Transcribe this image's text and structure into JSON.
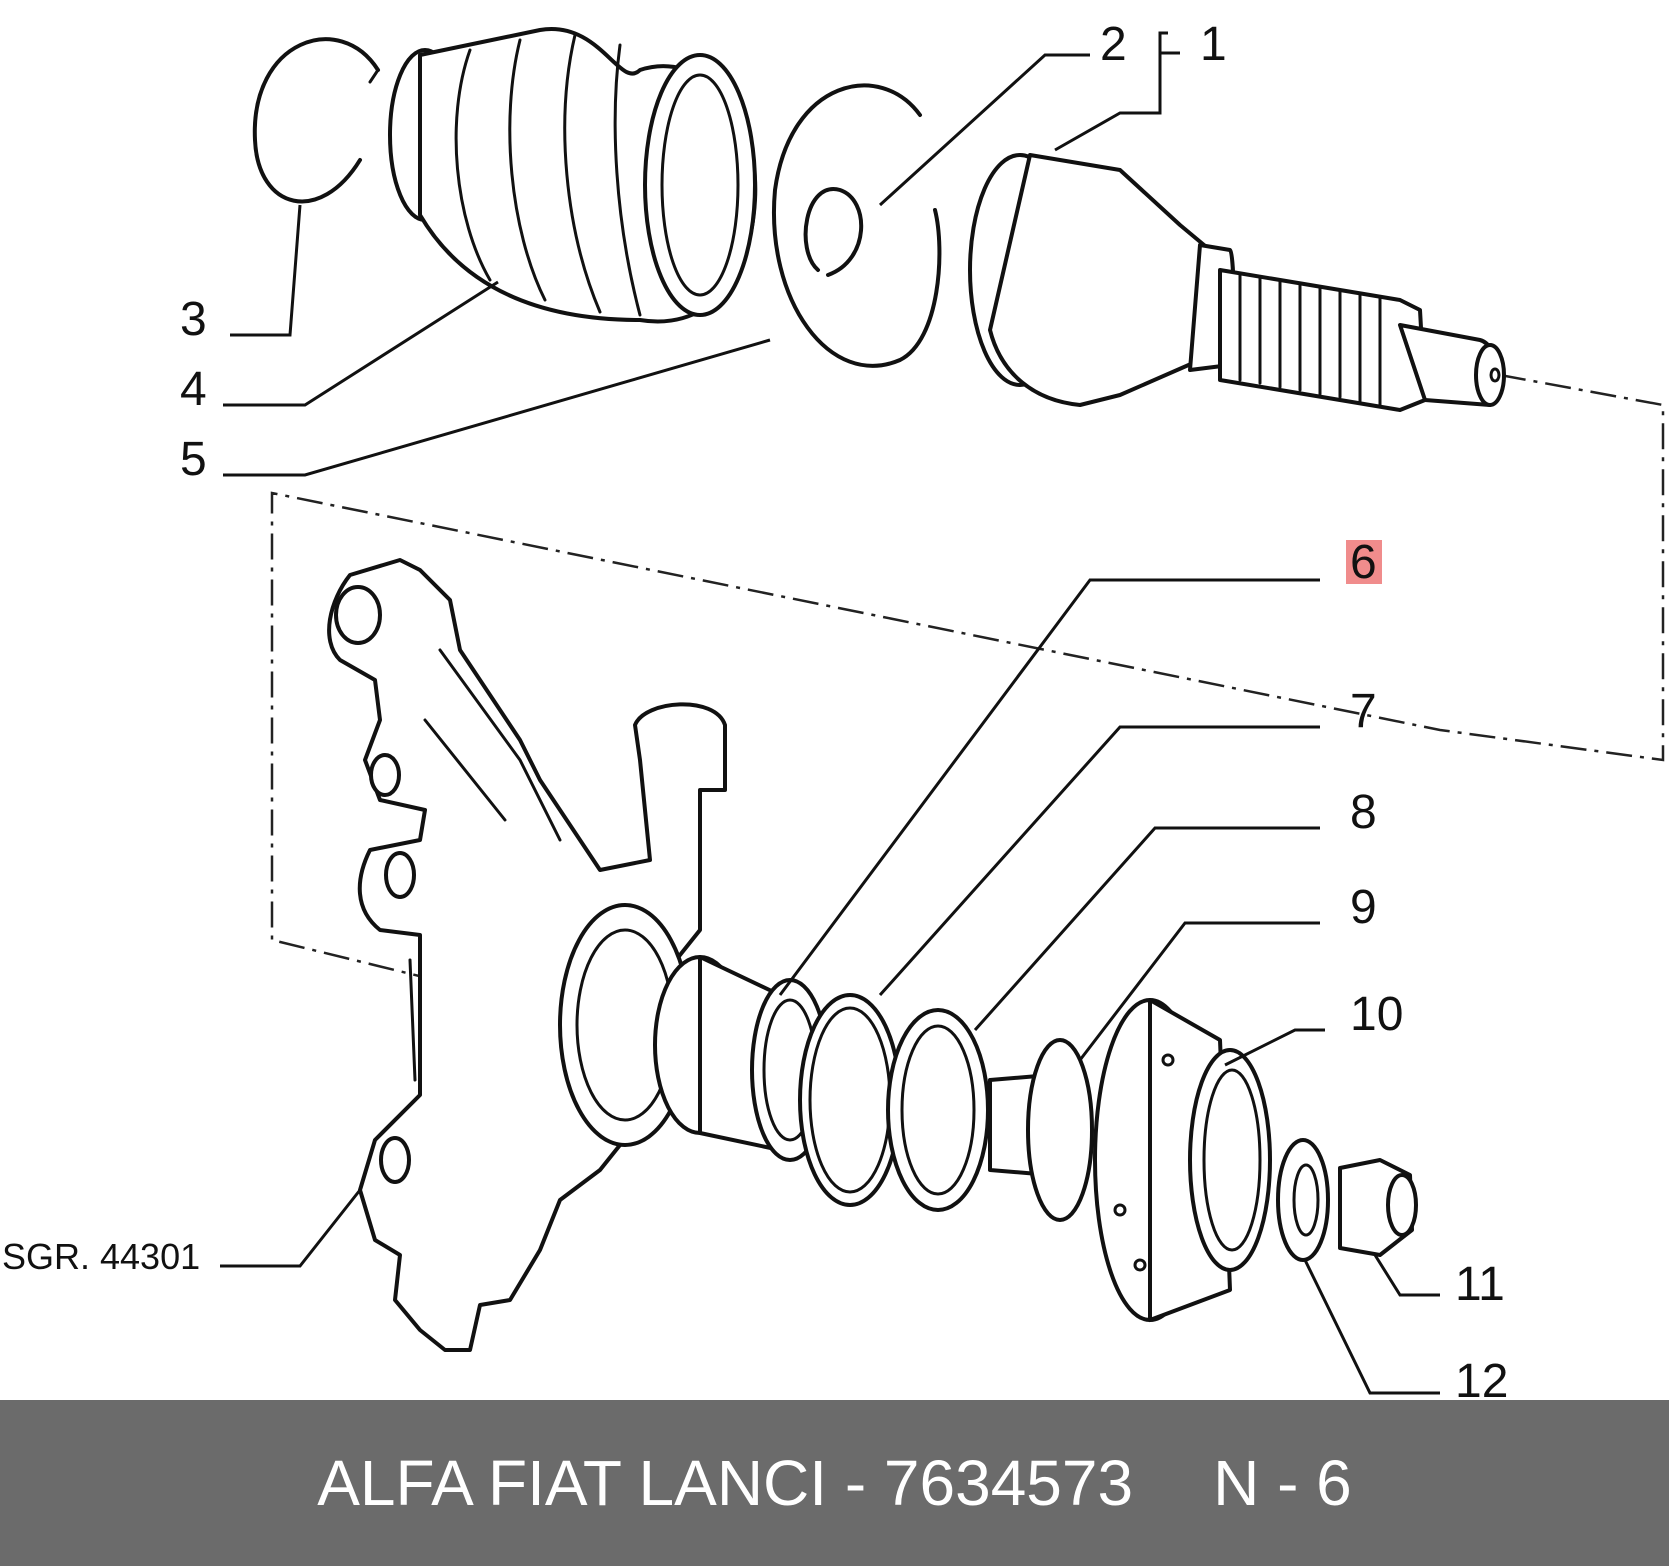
{
  "diagram": {
    "labels": {
      "l1": "1",
      "l2": "2",
      "l3": "3",
      "l4": "4",
      "l5": "5",
      "l6": "6",
      "l7": "7",
      "l8": "8",
      "l9": "9",
      "l10": "10",
      "l11": "11",
      "l12": "12"
    },
    "highlighted_label": "6",
    "highlight_color": "#f08c8c",
    "reference": "SGR. 44301"
  },
  "footer": {
    "part_text": "ALFA FIAT LANCI - 7634573",
    "position_text": "N - 6",
    "background_color": "#6b6b6b"
  }
}
